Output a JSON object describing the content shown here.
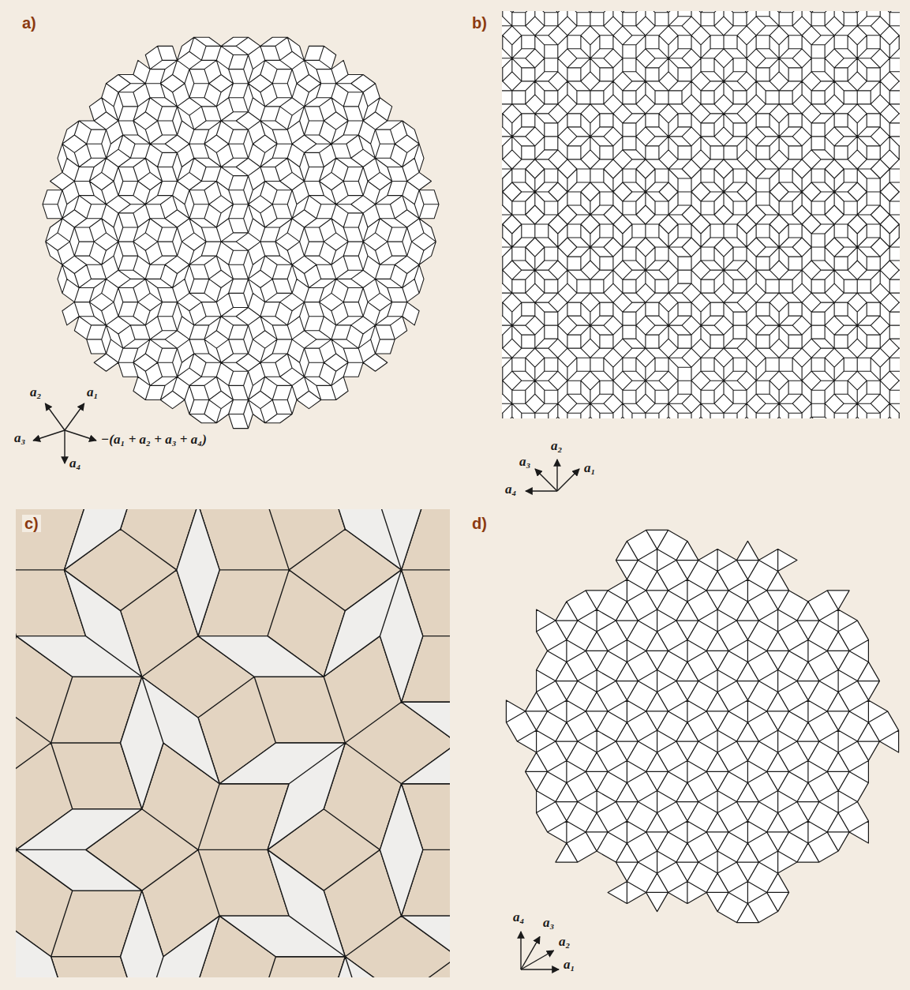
{
  "diagram": {
    "labels": [
      "a)",
      "a₂",
      "a₁",
      "a₃",
      "−(a₁ + a₂ + a₃ + a₄)",
      "a₄",
      "b)",
      "a₃",
      "a₂",
      "a₁",
      "a₄",
      "c)",
      "d)",
      "a₄",
      "a₃",
      "a₂",
      "a₁"
    ]
  }
}
